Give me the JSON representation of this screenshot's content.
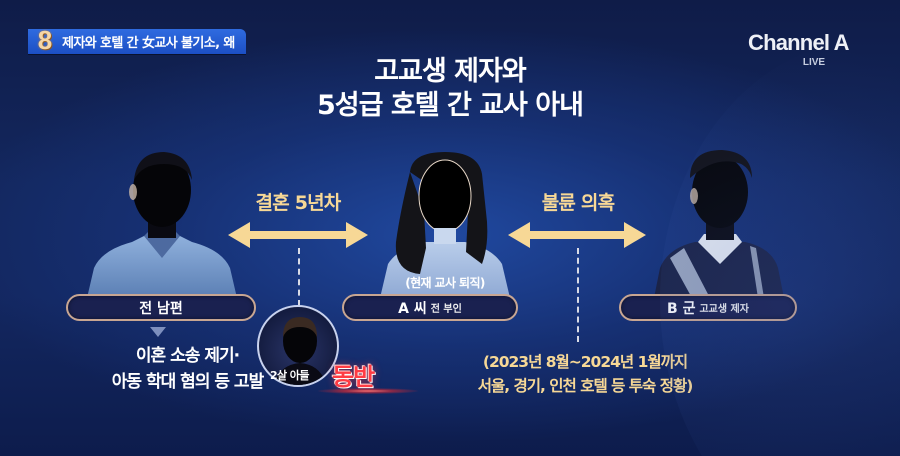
{
  "broadcast": {
    "channel_name": "Channel A",
    "live_label": "LIVE",
    "headline": {
      "number": "8",
      "text": "제자와 호텔 간 女교사 불기소, 왜"
    }
  },
  "graphic": {
    "title_line1": "고교생 제자와",
    "title_line2": "5성급 호텔 간 교사 아내",
    "relations": [
      {
        "caption": "결혼 5년차",
        "color": "#f7d896"
      },
      {
        "caption": "불륜 의혹",
        "color": "#f7d896"
      }
    ],
    "people": [
      {
        "name": "전 남편",
        "sub": ""
      },
      {
        "name": "A 씨",
        "sub": "전 부인",
        "note": "(현재 교사 퇴직)"
      },
      {
        "name": "B 군",
        "sub": "고교생 제자"
      }
    ],
    "husband_action_line1": "이혼 소송 제기·",
    "husband_action_line2": "아동 학대 혐의 등 고발",
    "son": {
      "label": "2살 아들",
      "badge": "동반",
      "badge_color": "#ff3c44"
    },
    "period_line1": "(2023년 8월~2024년 1월까지",
    "period_line2": "서울, 경기, 인천 호텔 등 투숙 정황)"
  },
  "colors": {
    "background": "#13275e",
    "banner": "#2a63d8",
    "accent_yellow": "#f7d896",
    "pill_border": "#c8a692"
  }
}
